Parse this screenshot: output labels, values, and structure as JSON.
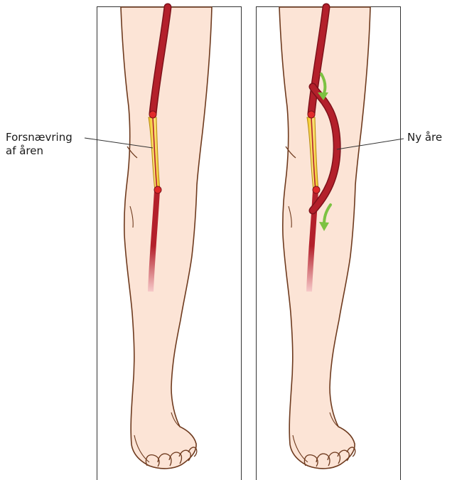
{
  "labels": {
    "stenosis_line1": "Forsnævring",
    "stenosis_line2": "af åren",
    "new_vessel": "Ny åre"
  },
  "colors": {
    "skin": "#fce4d6",
    "skin_outline": "#6e3a1e",
    "artery": "#b3202b",
    "artery_dark": "#7d111a",
    "plaque": "#f6d43a",
    "plaque_outline": "#b58a12",
    "flow_arrow": "#7cc242",
    "panel_border": "#333333",
    "leader_line": "#333333"
  },
  "panels": [
    {
      "name": "before-bypass",
      "shows": "stenosis"
    },
    {
      "name": "after-bypass",
      "shows": "bypass"
    }
  ]
}
